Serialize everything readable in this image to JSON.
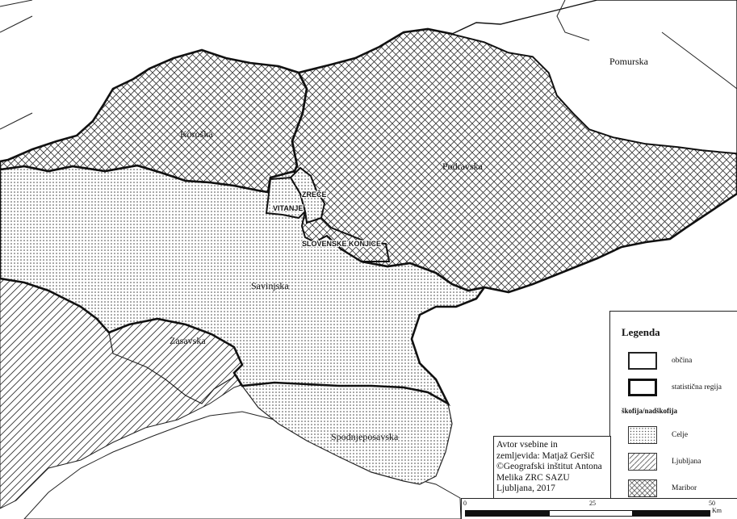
{
  "regions": {
    "pomurska": "Pomurska",
    "koroska": "Koroška",
    "podravska": "Podravska",
    "savinjska": "Savinjska",
    "zasavska": "Zasavska",
    "spodnjeposavska": "Spodnjeposavska"
  },
  "municipalities": {
    "zrece": "ZREČE",
    "vitanje": "VITANJE",
    "slovenske_konjice": "SLOVENSKE KONJICE"
  },
  "legend": {
    "title": "Legenda",
    "obcina": "občina",
    "regija": "statistična regija",
    "subtitle": "škofija/nadškofija",
    "celje": "Celje",
    "ljubljana": "Ljubljana",
    "maribor": "Maribor"
  },
  "author": {
    "line1": "Avtor vsebine in",
    "line2": "zemljevida: Matjaž Geršič",
    "line3": "©Geografski inštitut Antona",
    "line4": "Melika ZRC SAZU",
    "line5": "Ljubljana, 2017"
  },
  "scale": {
    "t0": "0",
    "t25": "25",
    "t50": "50",
    "unit": "Km"
  }
}
